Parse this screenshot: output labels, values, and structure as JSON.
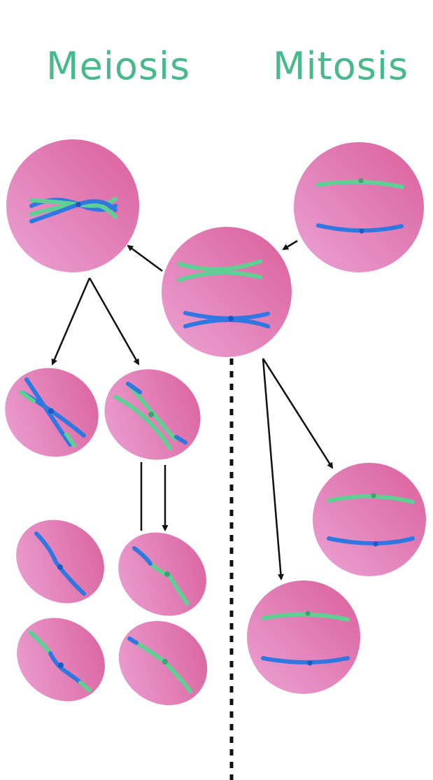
{
  "titles": {
    "meiosis": "Meiosis",
    "mitosis": "Mitosis"
  },
  "colors": {
    "title": "#48b98d",
    "cell_light": "#eba3d6",
    "cell_dark": "#da5f9a",
    "chromosome_green": "#5fd093",
    "chromosome_blue": "#2f78e2",
    "arrow": "#111111",
    "divider": "#111111"
  },
  "sections": [
    {
      "id": "meiosis",
      "title_key": "meiosis",
      "cell_count": 7
    },
    {
      "id": "mitosis",
      "title_key": "mitosis",
      "cell_count": 3
    }
  ]
}
